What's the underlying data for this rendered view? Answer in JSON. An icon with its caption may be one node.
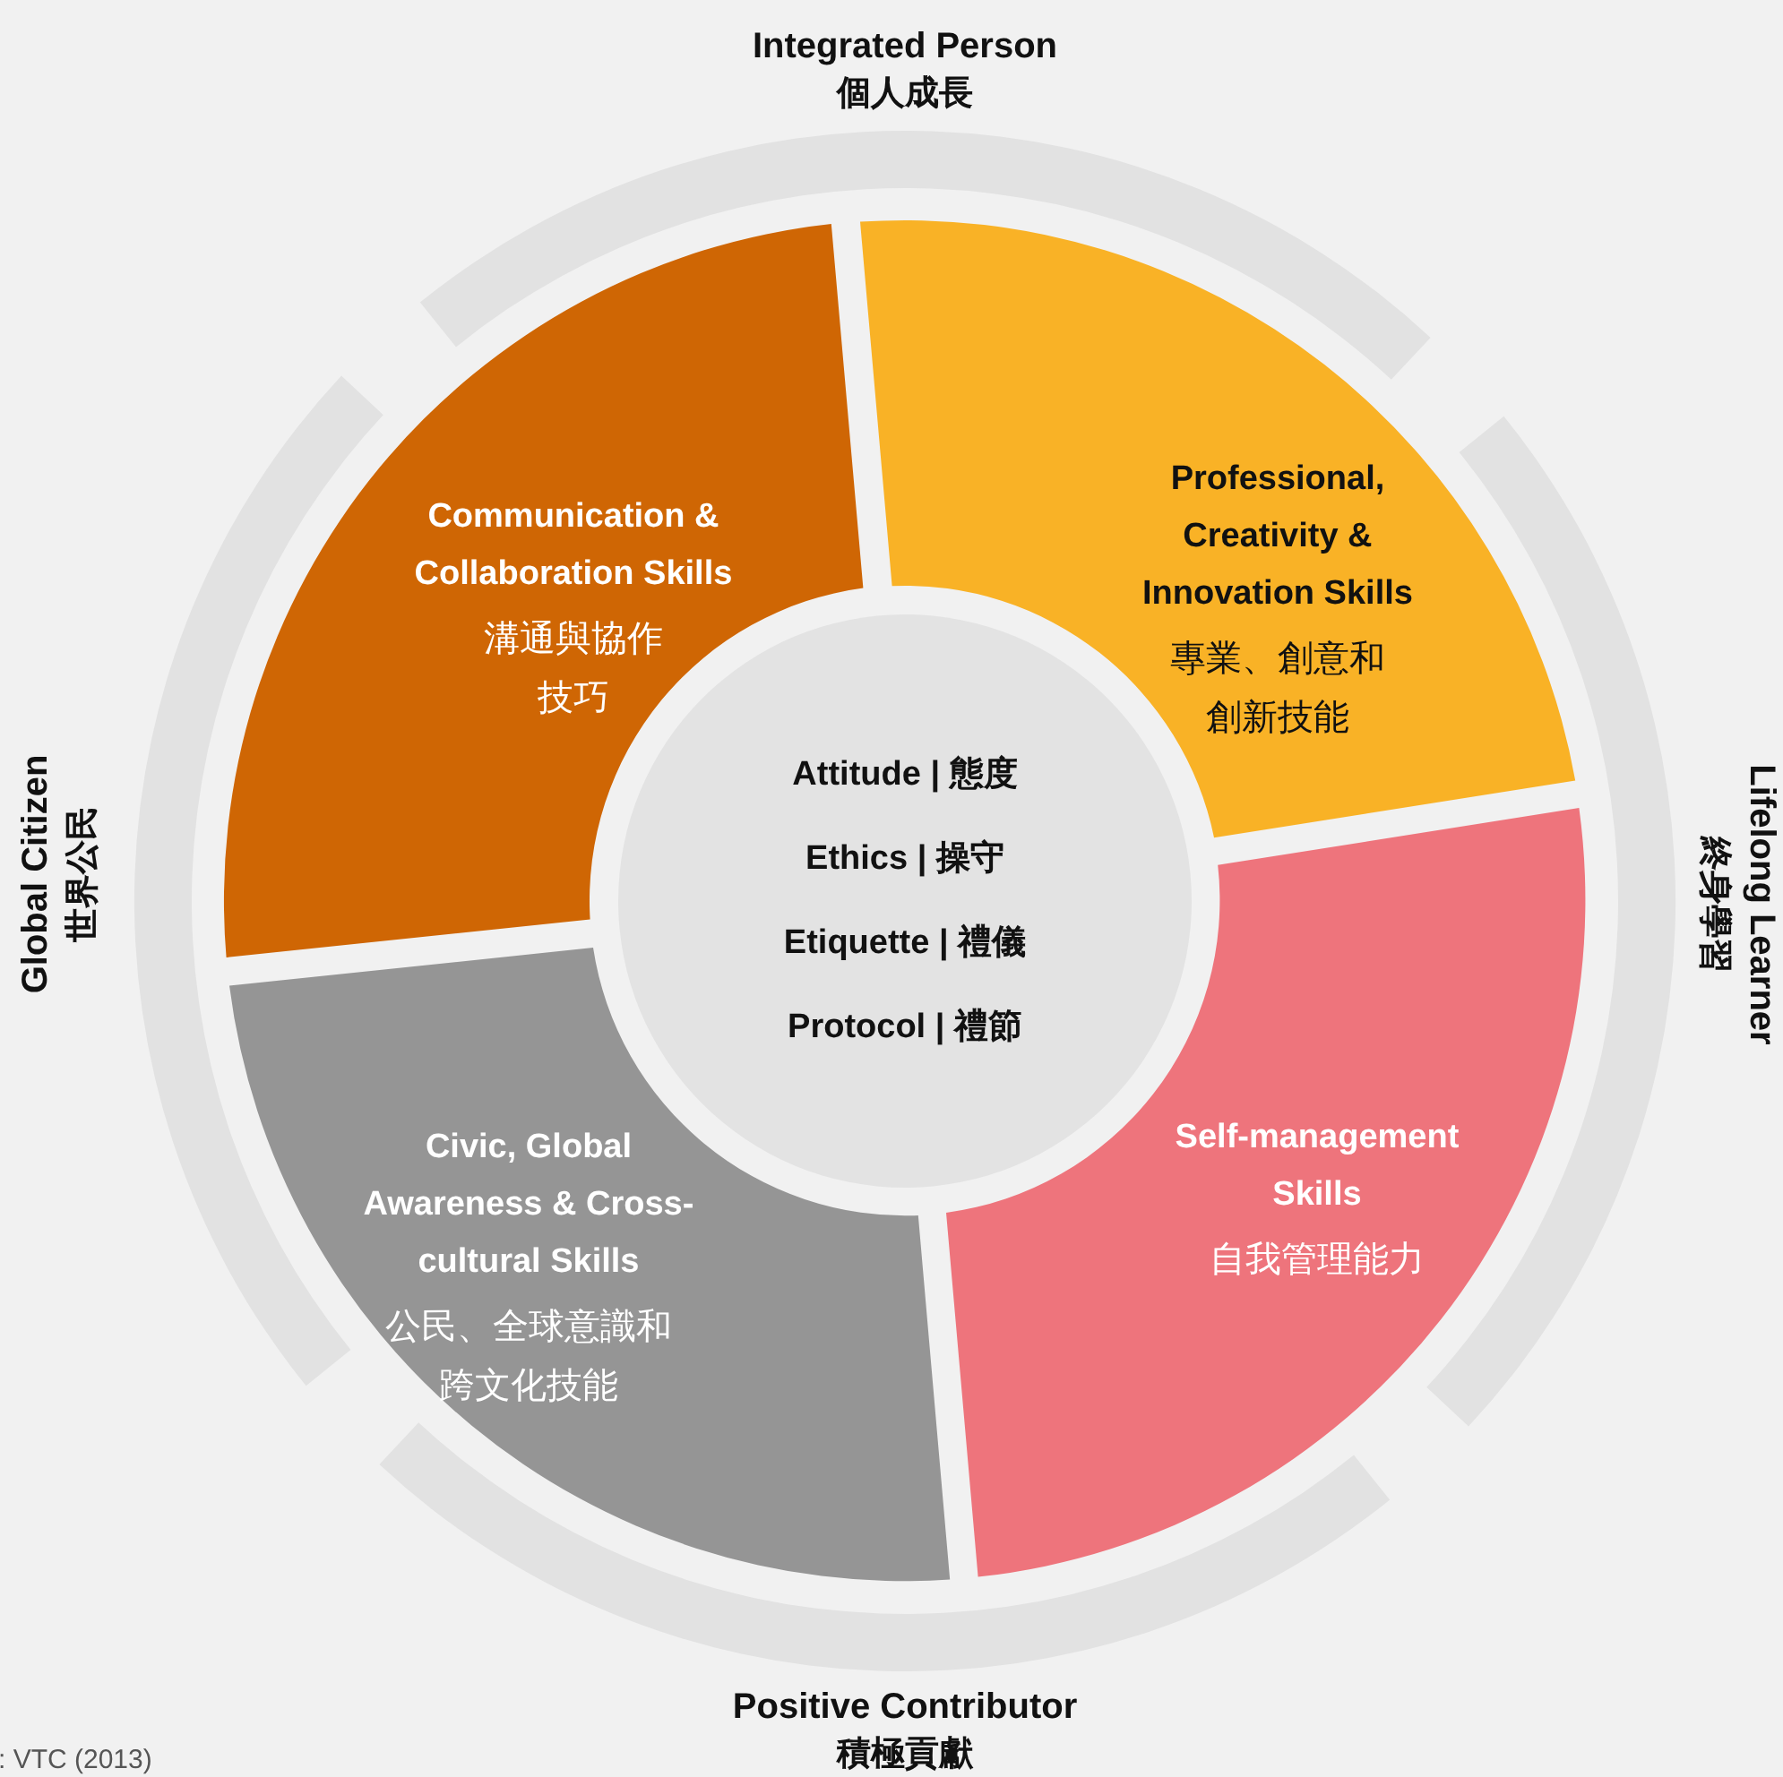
{
  "diagram": {
    "nodes": [
      {
        "text": [
          "Integrated Person",
          "個人成長"
        ]
      },
      {
        "text": [
          "Global Citizen",
          "世界公民"
        ]
      },
      {
        "text": [
          "Lifelong Learner",
          "終身學習"
        ]
      },
      {
        "text": [
          "Positive Contributor",
          "積極貢獻"
        ]
      },
      {
        "text": [
          "Communication & Collaboration Skills",
          "溝通與協作技巧"
        ]
      },
      {
        "text": [
          "Professional, Creativity & Innovation Skills",
          "專業、創意和創新技能"
        ]
      },
      {
        "text": [
          "Civic, Global Awareness & Cross-cultural Skills",
          "公民、全球意識和跨文化技能"
        ]
      },
      {
        "text": [
          "Self-management Skills",
          "自我管理能力"
        ]
      },
      {
        "text": [
          "Attitude | 態度",
          "Ethics | 操守",
          "Etiquette | 禮儀",
          "Protocol | 禮節"
        ]
      },
      {
        "text": [],
        "shape": "band"
      },
      {
        "text": [],
        "shape": "band"
      },
      {
        "text": [],
        "shape": "band"
      },
      {
        "text": [],
        "shape": "band"
      }
    ],
    "labels": [
      ": VTC (2013)"
    ]
  }
}
